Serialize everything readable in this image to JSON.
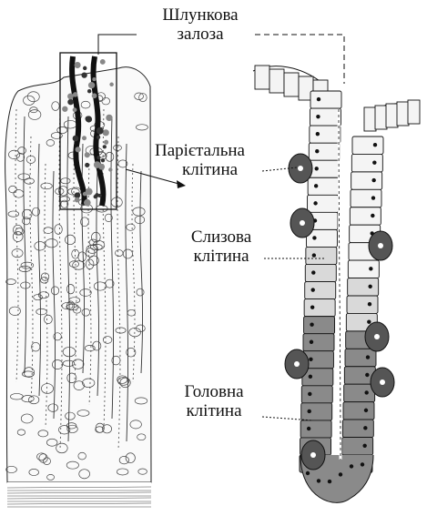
{
  "labels": {
    "gastric_gland": [
      "Шлункова",
      "залоза"
    ],
    "parietal_cell": [
      "Парієтальна",
      "клітина"
    ],
    "mucous_cell": [
      "Слизова",
      "клітина"
    ],
    "chief_cell": [
      "Головна",
      "клітина"
    ]
  },
  "colors": {
    "ink": "#111111",
    "light_cell": "#f4f4f4",
    "mucous_cell": "#d9d9d9",
    "chief_cell": "#8a8a8a",
    "parietal_cell": "#555555"
  }
}
